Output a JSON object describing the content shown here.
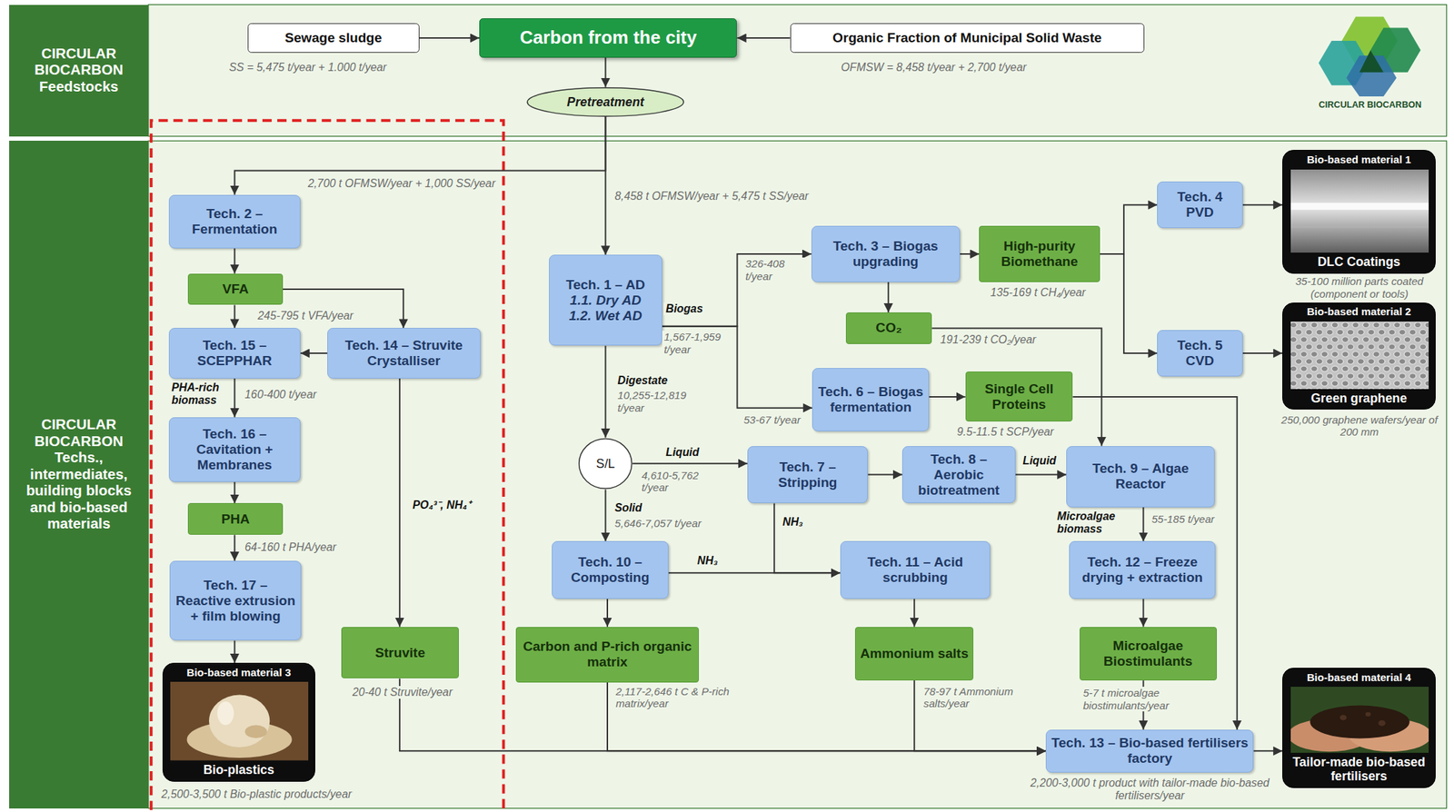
{
  "diagram": {
    "nodes": [
      {
        "text": [
          "CIRCULAR BIOCARBON Feedstocks"
        ]
      },
      {
        "text": [
          "Sewage sludge"
        ]
      },
      {
        "text": [
          "Carbon from the city"
        ]
      },
      {
        "text": [
          "Organic Fraction of Municipal Solid Waste"
        ]
      },
      {
        "text": [
          "Pretreatment"
        ]
      },
      {
        "text": [
          "CIRCULAR BIOCARBON Techs., intermediates, building blocks and bio-based materials"
        ]
      },
      {
        "text": [
          "Tech. 2 – Fermentation"
        ]
      },
      {
        "text": [
          "VFA"
        ]
      },
      {
        "text": [
          "Tech. 15 – SCEPPHAR"
        ]
      },
      {
        "text": [
          "Tech. 14 – Struvite Crystalliser"
        ]
      },
      {
        "text": [
          "Tech. 16 – Cavitation + Membranes"
        ]
      },
      {
        "text": [
          "PHA"
        ]
      },
      {
        "text": [
          "Tech. 17 – Reactive extrusion + film blowing"
        ]
      },
      {
        "text": [
          "Bio-based material 3",
          "Bio-plastics"
        ]
      },
      {
        "text": [
          "Struvite"
        ]
      },
      {
        "text": [
          "Tech. 1 – AD",
          "1.1. Dry AD",
          "1.2. Wet AD"
        ]
      },
      {
        "text": [
          "Tech. 3 – Biogas upgrading"
        ]
      },
      {
        "text": [
          "High-purity Biomethane"
        ]
      },
      {
        "text": [
          "CO₂"
        ]
      },
      {
        "text": [
          "Tech. 6 – Biogas fermentation"
        ]
      },
      {
        "text": [
          "Single Cell Proteins"
        ]
      },
      {
        "text": [
          "Tech. 4 PVD"
        ]
      },
      {
        "text": [
          "Tech. 5 CVD"
        ]
      },
      {
        "text": [
          "Bio-based material 1",
          "DLC Coatings"
        ]
      },
      {
        "text": [
          "Bio-based material 2",
          "Green graphene"
        ]
      },
      {
        "text": [
          "S/L"
        ]
      },
      {
        "text": [
          "Tech. 7 – Stripping"
        ]
      },
      {
        "text": [
          "Tech. 8 – Aerobic biotreatment"
        ]
      },
      {
        "text": [
          "Tech. 9 – Algae Reactor"
        ]
      },
      {
        "text": [
          "Tech. 10 – Composting"
        ]
      },
      {
        "text": [
          "Tech. 11 – Acid scrubbing"
        ]
      },
      {
        "text": [
          "Tech. 12 – Freeze drying + extraction"
        ]
      },
      {
        "text": [
          "Carbon and P-rich organic matrix"
        ]
      },
      {
        "text": [
          "Ammonium salts"
        ]
      },
      {
        "text": [
          "Microalgae Biostimulants"
        ]
      },
      {
        "text": [
          "Tech. 13 – Bio-based fertilisers factory"
        ]
      },
      {
        "text": [
          "Bio-based material 4",
          "Tailor-made bio-based fertilisers"
        ]
      }
    ],
    "edges": [
      {
        "from": 1,
        "to": 2,
        "arrow": "to"
      },
      {
        "from": 3,
        "to": 2,
        "arrow": "to"
      },
      {
        "from": 2,
        "to": 4,
        "arrow": "to"
      },
      {
        "from": 4,
        "to": 6,
        "arrow": "to"
      },
      {
        "from": 4,
        "to": 15,
        "arrow": "to"
      },
      {
        "from": 6,
        "to": 7,
        "arrow": "to"
      },
      {
        "from": 7,
        "to": 8,
        "arrow": "to"
      },
      {
        "from": 7,
        "to": 9,
        "arrow": "to"
      },
      {
        "from": 9,
        "to": 8,
        "arrow": "to"
      },
      {
        "from": 8,
        "to": 10,
        "arrow": "to"
      },
      {
        "from": 10,
        "to": 11,
        "arrow": "to"
      },
      {
        "from": 11,
        "to": 12,
        "arrow": "to"
      },
      {
        "from": 12,
        "to": 13,
        "arrow": "to"
      },
      {
        "from": 9,
        "to": 14,
        "arrow": "to"
      },
      {
        "from": 14,
        "to": 35,
        "arrow": "to"
      },
      {
        "from": 15,
        "to": 16,
        "arrow": "to"
      },
      {
        "from": 15,
        "to": 19,
        "arrow": "to"
      },
      {
        "from": 16,
        "to": 17,
        "arrow": "to"
      },
      {
        "from": 16,
        "to": 18,
        "arrow": "to"
      },
      {
        "from": 17,
        "to": 21,
        "arrow": "to"
      },
      {
        "from": 17,
        "to": 22,
        "arrow": "to"
      },
      {
        "from": 21,
        "to": 23,
        "arrow": "to"
      },
      {
        "from": 22,
        "to": 24,
        "arrow": "to"
      },
      {
        "from": 18,
        "to": 28,
        "arrow": "to"
      },
      {
        "from": 19,
        "to": 20,
        "arrow": "to"
      },
      {
        "from": 20,
        "to": 35,
        "arrow": "to"
      },
      {
        "from": 15,
        "to": 25,
        "arrow": "to"
      },
      {
        "from": 25,
        "to": 26,
        "arrow": "to"
      },
      {
        "from": 25,
        "to": 29,
        "arrow": "to"
      },
      {
        "from": 26,
        "to": 27,
        "arrow": "to"
      },
      {
        "from": 27,
        "to": 28,
        "arrow": "to"
      },
      {
        "from": 26,
        "to": 30,
        "arrow": "to"
      },
      {
        "from": 29,
        "to": 30,
        "arrow": "to"
      },
      {
        "from": 29,
        "to": 32,
        "arrow": "to"
      },
      {
        "from": 30,
        "to": 33,
        "arrow": "to"
      },
      {
        "from": 28,
        "to": 31,
        "arrow": "to"
      },
      {
        "from": 31,
        "to": 34,
        "arrow": "to"
      },
      {
        "from": 32,
        "to": 35,
        "arrow": "to"
      },
      {
        "from": 33,
        "to": 35,
        "arrow": "to"
      },
      {
        "from": 34,
        "to": 35,
        "arrow": "to"
      },
      {
        "from": 35,
        "to": 36,
        "arrow": "to"
      }
    ],
    "labels": [
      "SS = 5,475 t/year + 1.000 t/year",
      "OFMSW = 8,458 t/year + 2,700 t/year",
      "CIRCULAR BIOCARBON",
      "2,700 t OFMSW/year + 1,000 SS/year",
      "8,458 t OFMSW/year + 5,475 t SS/year",
      "245-795 t VFA/year",
      "PHA-rich biomass",
      "160-400 t/year",
      "64-160 t PHA/year",
      "PO₄³⁻, NH₄⁺",
      "20-40 t Struvite/year",
      "2,500-3,500 t Bio-plastic products/year",
      "Biogas",
      "1,567-1,959 t/year",
      "326-408 t/year",
      "53-67 t/year",
      "135-169 t CH₄/year",
      "191-239 t CO₂/year",
      "9.5-11.5 t SCP/year",
      "35-100 million parts coated (component or tools)",
      "250,000 graphene wafers/year of 200 mm",
      "Digestate",
      "10,255-12,819 t/year",
      "Liquid",
      "4,610-5,762 t/year",
      "Solid",
      "5,646-7,057 t/year",
      "NH₃",
      "NH₃",
      "Liquid",
      "Microalgae biomass",
      "55-185 t/year",
      "2,117-2,646 t C & P-rich matrix/year",
      "78-97 t Ammonium salts/year",
      "5-7 t microalgae biostimulants/year",
      "2,200-3,000 t product with tailor-made bio-based fertilisers/year"
    ]
  }
}
